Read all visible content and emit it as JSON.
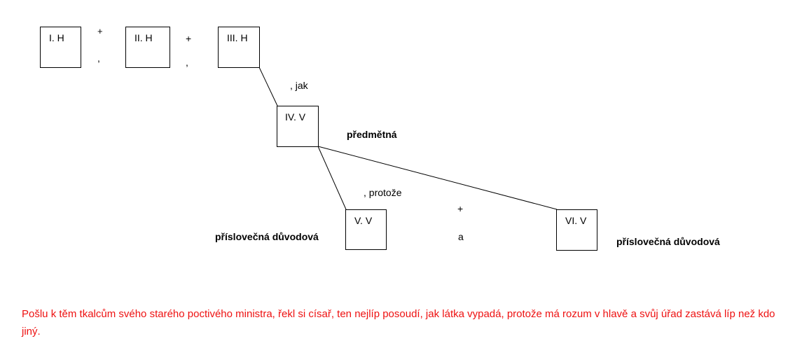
{
  "clauses": [
    {
      "label": "I. H"
    },
    {
      "label": "II. H"
    },
    {
      "label": "III. H"
    },
    {
      "label": "IV. V"
    },
    {
      "label": "V. V"
    },
    {
      "label": "VI. V"
    }
  ],
  "separators": {
    "plus_1": "+",
    "comma_1": ",",
    "plus_2": "+",
    "comma_2": ",",
    "plus_3": "+",
    "conj_a": "a"
  },
  "conjunctions": {
    "jak": ", jak",
    "protoze": ", protože"
  },
  "clause_types": {
    "iv": "předmětná",
    "v": "příslovečná důvodová",
    "vi": "příslovečná důvodová"
  },
  "sentence": "Pošlu k těm tkalcům svého starého poctivého ministra, řekl si císař, ten nejlíp posoudí, jak látka vypadá, protože má rozum v hlavě a svůj úřad zastává líp než kdo jiný.",
  "colors": {
    "sentence": "#ee1111",
    "lines": "#000000"
  }
}
